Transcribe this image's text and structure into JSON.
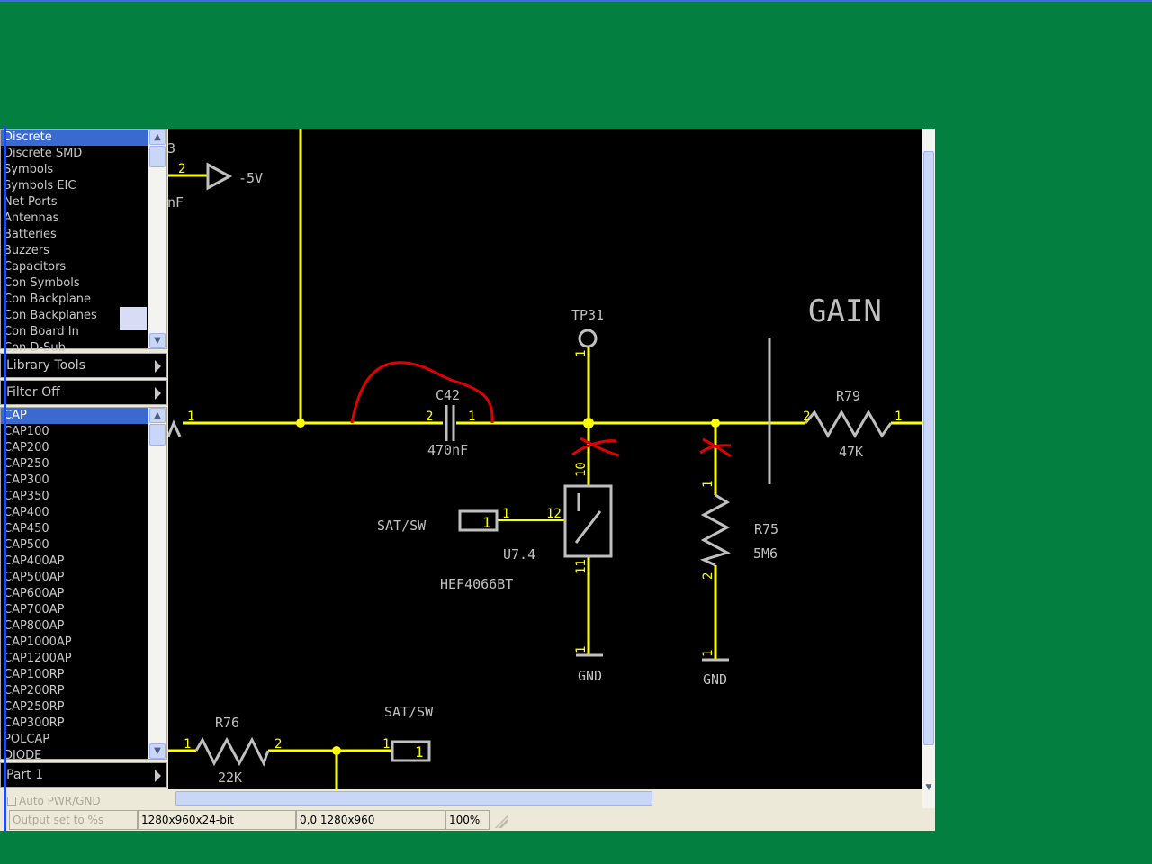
{
  "library_list": {
    "items": [
      "Discrete",
      "Discrete SMD",
      "Symbols",
      "Symbols EIC",
      "Net Ports",
      "Antennas",
      "Batteries",
      "Buzzers",
      "Capacitors",
      "Con Symbols",
      "Con Backplane",
      "Con Backplanes",
      "Con Board In",
      "Con D-Sub"
    ],
    "selected": "Discrete"
  },
  "library_tools_label": "Library Tools",
  "filter_label": "Filter Off",
  "part_list": {
    "items": [
      "CAP",
      "CAP100",
      "CAP200",
      "CAP250",
      "CAP300",
      "CAP350",
      "CAP400",
      "CAP450",
      "CAP500",
      "CAP400AP",
      "CAP500AP",
      "CAP600AP",
      "CAP700AP",
      "CAP800AP",
      "CAP1000AP",
      "CAP1200AP",
      "CAP100RP",
      "CAP200RP",
      "CAP250RP",
      "CAP300RP",
      "POLCAP",
      "DIODE"
    ],
    "selected": "CAP"
  },
  "part_label": "Part 1",
  "auto_pwr_label": "Auto PWR/GND",
  "status": {
    "output": "Output set to %s",
    "format": "1280x960x24-bit",
    "coords": "0,0  1280x960",
    "zoom": "100%"
  },
  "schematic": {
    "neg5v": "-5V",
    "pin2_top": "2",
    "frag_3": "3",
    "frag_nf": "nF",
    "gain": "GAIN",
    "tp31": "TP31",
    "tp31_pin": "1",
    "c42": "C42",
    "c42_value": "470nF",
    "c42_pin2": "2",
    "c42_pin1": "1",
    "left_pin": "1",
    "r79": "R79",
    "r79_value": "47K",
    "r79_pin2": "2",
    "r79_pin1": "1",
    "u74": "U7.4",
    "u74_part": "HEF4066BT",
    "u74_pin10": "10",
    "u74_pin11": "11",
    "u74_pin12": "12",
    "satsw1": "SAT/SW",
    "satsw1_port": "1",
    "satsw1_pin": "1",
    "r75": "R75",
    "r75_value": "5M6",
    "r75_pin1": "1",
    "r75_pin2": "2",
    "gnd1": "GND",
    "gnd1_pin": "1",
    "gnd2": "GND",
    "gnd2_pin": "1",
    "r76": "R76",
    "r76_value": "22K",
    "r76_pin1": "1",
    "r76_pin2": "2",
    "satsw2": "SAT/SW",
    "satsw2_port": "1",
    "satsw2_pin": "1"
  },
  "colors": {
    "wire": "#ffff00",
    "part": "#c0c0c0",
    "annotation": "#e00000",
    "background": "#037f40"
  }
}
